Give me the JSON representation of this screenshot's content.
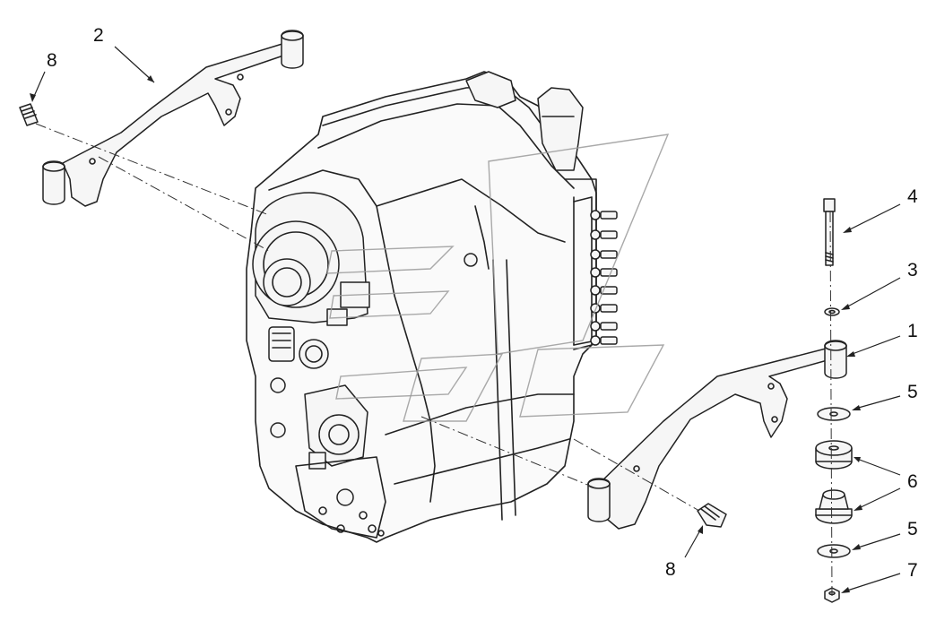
{
  "diagram": {
    "callouts": {
      "c2": "2",
      "c8a": "8",
      "c4": "4",
      "c3": "3",
      "c1": "1",
      "c5a": "5",
      "c6": "6",
      "c5b": "5",
      "c8b": "8",
      "c7": "7"
    },
    "parts": [
      {
        "ref": "1",
        "name": "bracket-right"
      },
      {
        "ref": "2",
        "name": "bracket-left"
      },
      {
        "ref": "3",
        "name": "washer"
      },
      {
        "ref": "4",
        "name": "bolt-long"
      },
      {
        "ref": "5",
        "name": "flat-washer"
      },
      {
        "ref": "6",
        "name": "rubber-mount"
      },
      {
        "ref": "7",
        "name": "nut"
      },
      {
        "ref": "8",
        "name": "bolt-short"
      }
    ],
    "colors": {
      "line": "#222222",
      "background": "#ffffff",
      "watermark": "#9a9a9a"
    }
  }
}
